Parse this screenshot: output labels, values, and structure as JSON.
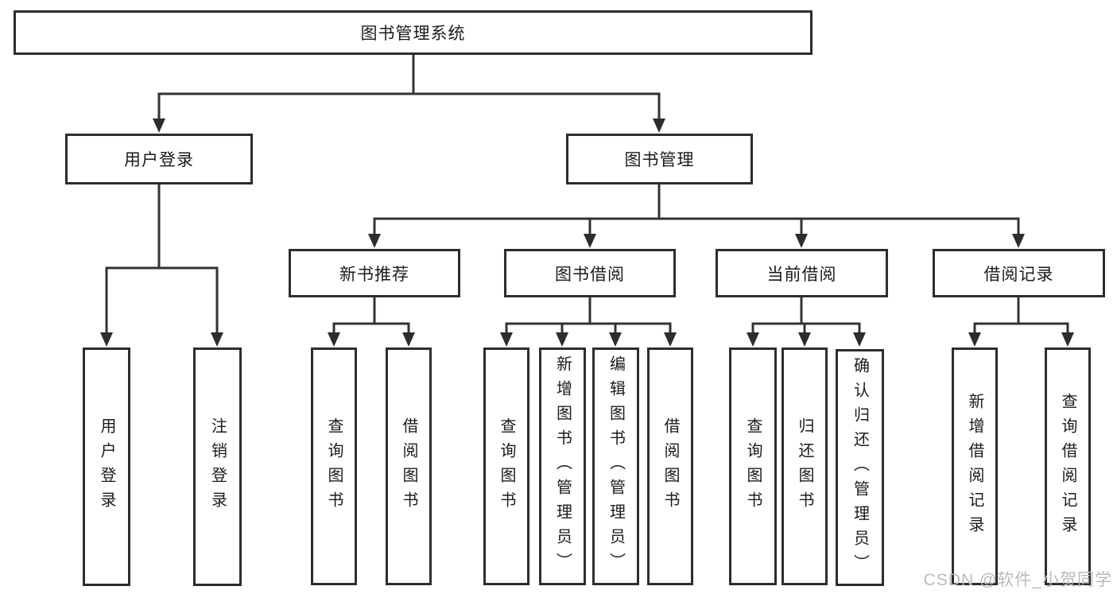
{
  "diagram": {
    "title": "图书管理系统",
    "branches": [
      {
        "label": "用户登录",
        "leaves": [
          "用户登录",
          "注销登录"
        ]
      },
      {
        "label": "图书管理",
        "groups": [
          {
            "label": "新书推荐",
            "leaves": [
              "查询图书",
              "借阅图书"
            ]
          },
          {
            "label": "图书借阅",
            "leaves": [
              "查询图书",
              "新增图书（管理员）",
              "编辑图书（管理员）",
              "借阅图书"
            ]
          },
          {
            "label": "当前借阅",
            "leaves": [
              "查询图书",
              "归还图书",
              "确认归还（管理员）"
            ]
          },
          {
            "label": "借阅记录",
            "leaves": [
              "新增借阅记录",
              "查询借阅记录"
            ]
          }
        ]
      }
    ]
  },
  "watermark": {
    "text": "CSDN @软件_小贺同学"
  },
  "colors": {
    "background": "#ffffff",
    "border": "#2d2d2d",
    "line": "#333333",
    "text": "#1b1b1b",
    "watermark": "#b5bbc4"
  }
}
